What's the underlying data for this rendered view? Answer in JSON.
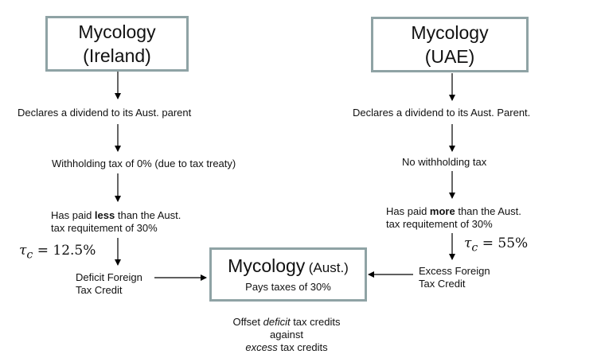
{
  "boxes": {
    "ireland": {
      "line1": "Mycology",
      "line2": "(Ireland)"
    },
    "uae": {
      "line1": "Mycology",
      "line2": "(UAE)"
    },
    "aust": {
      "name": "Mycology",
      "suffix": "(Aust.)",
      "sub": "Pays taxes of 30%"
    }
  },
  "left": {
    "declares": "Declares a dividend to its Aust. parent",
    "withholding": "Withholding tax of 0% (due to tax treaty)",
    "paid_pre": "Has paid ",
    "paid_bold": "less",
    "paid_post": " than the Aust.",
    "paid_line2": "tax requitement of 30%",
    "tau_sym": "τ",
    "tau_sub": "c",
    "tau_val": "= 12.5%",
    "credit_line1": "Deficit Foreign",
    "credit_line2": "Tax Credit"
  },
  "right": {
    "declares": "Declares a dividend to its Aust. Parent.",
    "withholding": "No withholding tax",
    "paid_pre": "Has paid ",
    "paid_bold": "more",
    "paid_post": " than the Aust.",
    "paid_line2": "tax requitement of 30%",
    "tau_sym": "τ",
    "tau_sub": "c",
    "tau_val": "= 55%",
    "credit_line1": "Excess Foreign",
    "credit_line2": "Tax Credit"
  },
  "offset": {
    "l1_pre": "Offset ",
    "l1_em": "deficit",
    "l1_post": " tax credits",
    "l2": "against",
    "l3_em": "excess",
    "l3_post": " tax credits"
  }
}
